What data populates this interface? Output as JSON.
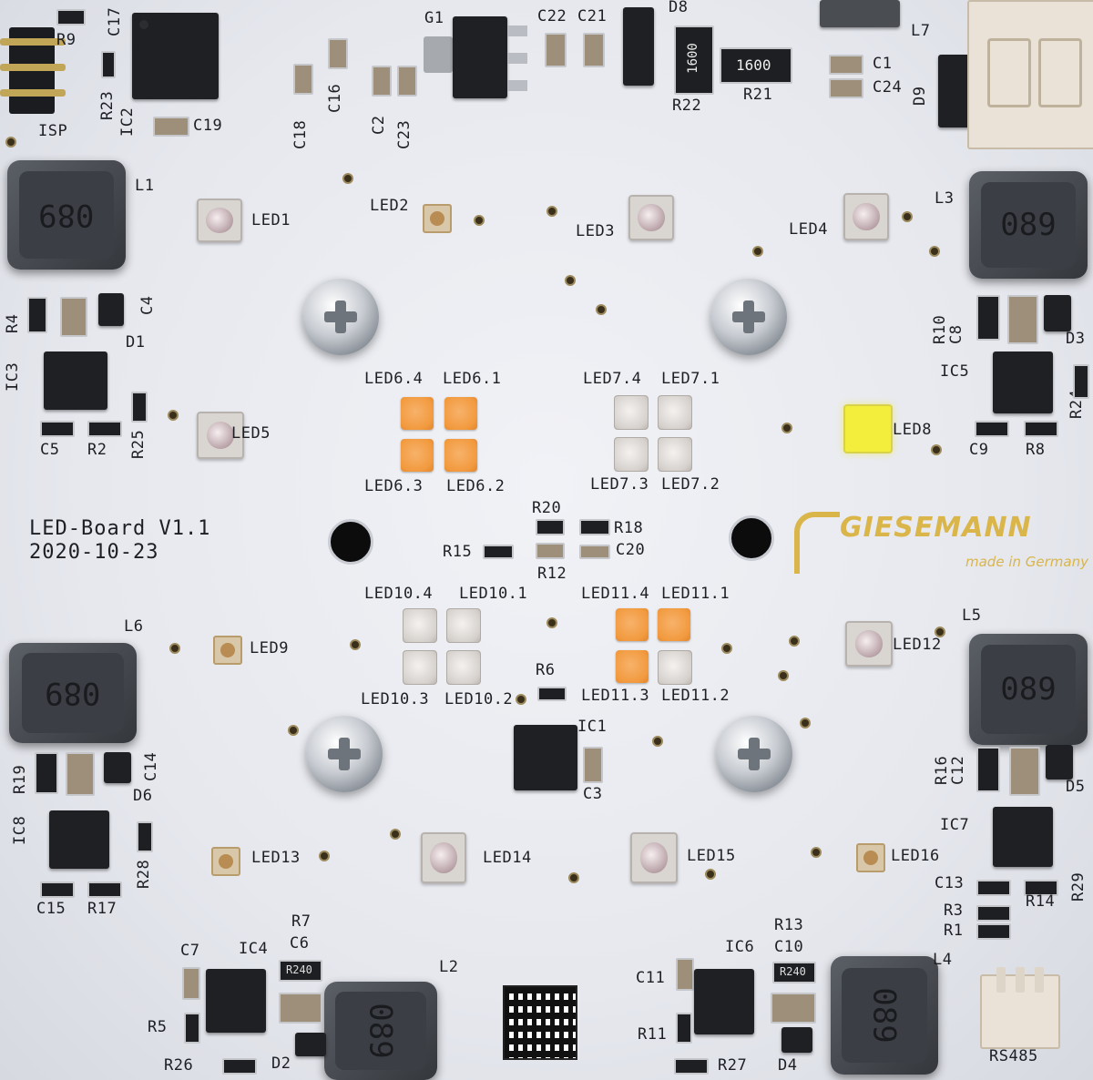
{
  "board": {
    "title": "LED-Board V1.1",
    "date": "2020-10-23",
    "brand": "GIESEMANN",
    "tagline": "made in Germany"
  },
  "designators": {
    "isp": "ISP",
    "r9": "R9",
    "c17": "C17",
    "r23": "R23",
    "ic2": "IC2",
    "c19": "C19",
    "c18": "C18",
    "c16": "C16",
    "c2": "C2",
    "c23": "C23",
    "g1": "G1",
    "c22": "C22",
    "c21": "C21",
    "d8": "D8",
    "r22": "R22",
    "r21": "R21",
    "c1": "C1",
    "c24": "C24",
    "l7": "L7",
    "d9": "D9",
    "l1": "L1",
    "l3": "L3",
    "r4": "R4",
    "c4": "C4",
    "d1": "D1",
    "ic3": "IC3",
    "c5": "C5",
    "r2": "R2",
    "r25": "R25",
    "r10": "R10",
    "c8": "C8",
    "d3": "D3",
    "ic5": "IC5",
    "r24": "R24",
    "c9": "C9",
    "r8": "R8",
    "l6": "L6",
    "l5": "L5",
    "r19": "R19",
    "c14": "C14",
    "d6": "D6",
    "ic8": "IC8",
    "r28": "R28",
    "c15": "C15",
    "r17": "R17",
    "r16": "R16",
    "c12": "C12",
    "d5": "D5",
    "ic7": "IC7",
    "c13": "C13",
    "r14": "R14",
    "r29": "R29",
    "r3": "R3",
    "r1": "R1",
    "r20": "R20",
    "r18": "R18",
    "r15": "R15",
    "c20": "C20",
    "r12": "R12",
    "r6": "R6",
    "ic1": "IC1",
    "c3": "C3",
    "c7": "C7",
    "ic4": "IC4",
    "r7": "R7",
    "c6": "C6",
    "l2": "L2",
    "r5": "R5",
    "r26": "R26",
    "d2": "D2",
    "c11": "C11",
    "ic6": "IC6",
    "r13": "R13",
    "c10": "C10",
    "l4": "L4",
    "r11": "R11",
    "r27": "R27",
    "d4": "D4",
    "rs485": "RS485"
  },
  "leds": {
    "led1": "LED1",
    "led2": "LED2",
    "led3": "LED3",
    "led4": "LED4",
    "led5": "LED5",
    "led8": "LED8",
    "led9": "LED9",
    "led12": "LED12",
    "led13": "LED13",
    "led14": "LED14",
    "led15": "LED15",
    "led16": "LED16",
    "led6_4": "LED6.4",
    "led6_1": "LED6.1",
    "led6_3": "LED6.3",
    "led6_2": "LED6.2",
    "led7_4": "LED7.4",
    "led7_1": "LED7.1",
    "led7_3": "LED7.3",
    "led7_2": "LED7.2",
    "led10_4": "LED10.4",
    "led10_1": "LED10.1",
    "led10_3": "LED10.3",
    "led10_2": "LED10.2",
    "led11_4": "LED11.4",
    "led11_1": "LED11.1",
    "led11_3": "LED11.3",
    "led11_2": "LED11.2"
  },
  "markings": {
    "inductor": "089",
    "res_r22": "1600",
    "res_r21": "1600",
    "res_r40": "R240"
  },
  "colors": {
    "orange_led": "#f29a3f",
    "yellow_led": "#f3ee3c",
    "logo_gold": "#d9b54a",
    "pcb": "#e6e8ee"
  }
}
